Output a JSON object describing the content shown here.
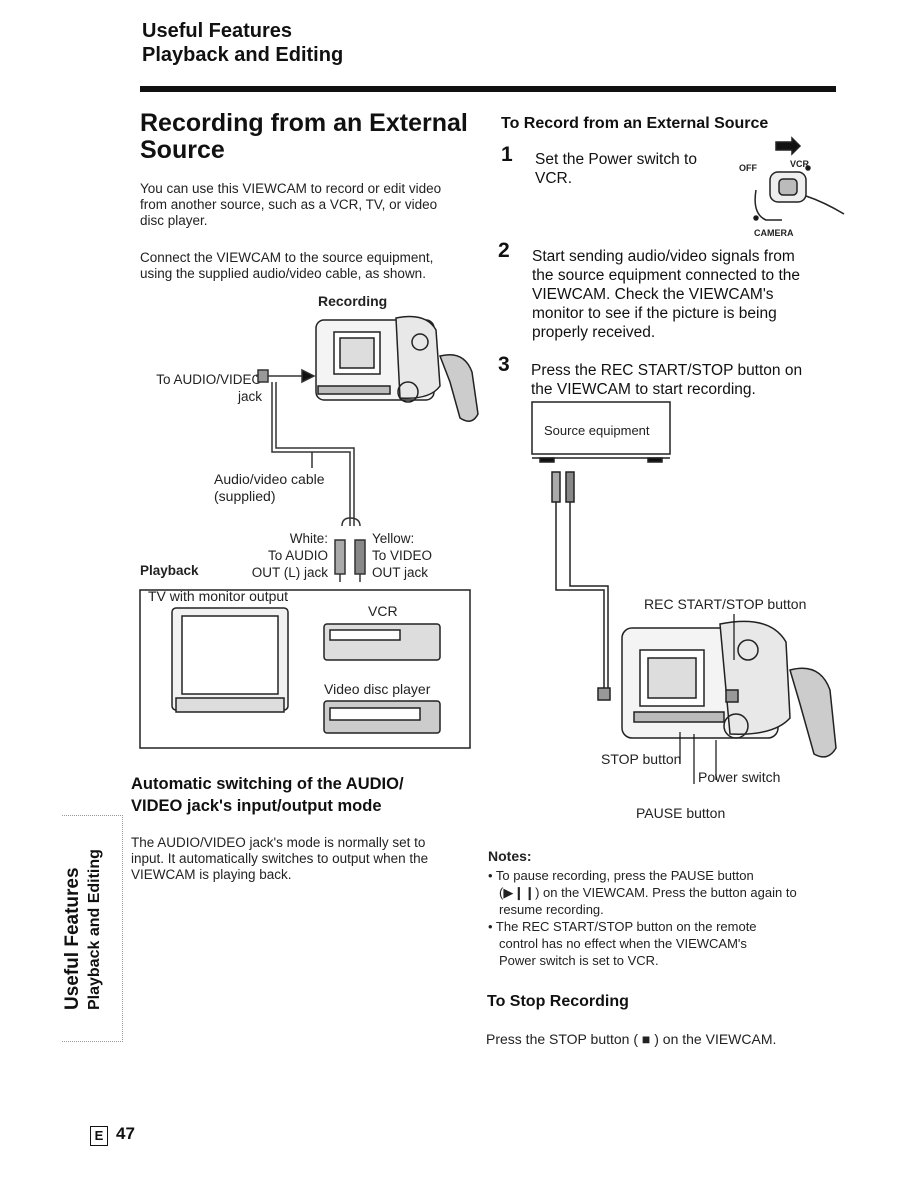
{
  "header": {
    "section": "Useful Features",
    "subsection": "Playback and Editing"
  },
  "left": {
    "title": "Recording from an External Source",
    "para1": [
      "You can use this VIEWCAM to record or edit video",
      "from another source, such as a VCR, TV, or video",
      "disc player."
    ],
    "para2": [
      "Connect the VIEWCAM to the source equipment,",
      "using the supplied audio/video cable, as shown."
    ],
    "diagram": {
      "recording_label": "Recording",
      "jack_label": [
        "To AUDIO/VIDEO",
        "jack"
      ],
      "cable_label": [
        "Audio/video cable",
        "(supplied)"
      ],
      "white_label": [
        "White:",
        "To AUDIO",
        "OUT (L) jack"
      ],
      "yellow_label": [
        "Yellow:",
        "To VIDEO",
        "OUT jack"
      ],
      "playback_label": "Playback",
      "tv_label": "TV with monitor output",
      "vcr_label": "VCR",
      "disc_label": "Video disc player"
    },
    "subheading": [
      "Automatic switching of the AUDIO/",
      "VIDEO jack's input/output mode"
    ],
    "para3": [
      "The AUDIO/VIDEO jack's mode is normally set to",
      "input. It automatically switches to output when the",
      "VIEWCAM is playing back."
    ]
  },
  "right": {
    "heading": "To Record from an External Source",
    "steps": [
      {
        "num": "1",
        "lines": [
          "Set the Power switch to",
          "VCR."
        ]
      },
      {
        "num": "2",
        "lines": [
          "Start sending audio/video signals from",
          "the source equipment connected to the",
          "VIEWCAM. Check the VIEWCAM's",
          "monitor to see if the picture is being",
          "properly received."
        ]
      },
      {
        "num": "3",
        "lines": [
          "Press the REC START/STOP button on",
          "the VIEWCAM to start recording."
        ]
      }
    ],
    "switch": {
      "off": "OFF",
      "vcr": "VCR",
      "camera": "CAMERA"
    },
    "source_label": "Source equipment",
    "rec_label": "REC START/STOP button",
    "stop_label": "STOP button",
    "power_label": "Power switch",
    "pause_label": "PAUSE button",
    "notes_title": "Notes:",
    "notes": [
      [
        "• To pause recording, press the PAUSE button",
        "(▶❙❙) on the VIEWCAM. Press the button again to",
        "resume recording."
      ],
      [
        "• The REC START/STOP button on the remote",
        "control has no effect when the VIEWCAM's",
        "Power switch is set to VCR."
      ]
    ],
    "stop_heading": "To Stop Recording",
    "stop_text": "Press the STOP button ( ■ ) on the VIEWCAM."
  },
  "side_tab": {
    "line1": "Useful Features",
    "line2": "Playback and Editing"
  },
  "footer": {
    "lang": "E",
    "page": "47"
  }
}
